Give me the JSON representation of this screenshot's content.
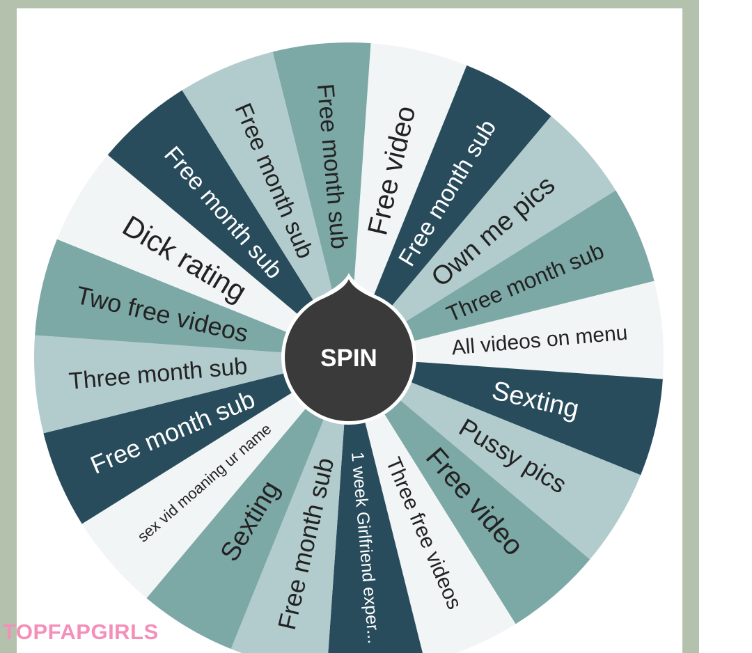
{
  "wheel": {
    "spin_label": "SPIN",
    "segments": [
      {
        "label": "Free video",
        "color": "#f2f5f6",
        "text_color": "#222222",
        "flip": false
      },
      {
        "label": "Free month sub",
        "color": "#284c5c",
        "text_color": "#ffffff",
        "flip": false
      },
      {
        "label": "Own me pics",
        "color": "#b2ccce",
        "text_color": "#222222",
        "flip": false
      },
      {
        "label": "Three month sub",
        "color": "#7ca8a6",
        "text_color": "#222222",
        "flip": false
      },
      {
        "label": "All videos on menu",
        "color": "#f2f5f6",
        "text_color": "#222222",
        "flip": false
      },
      {
        "label": "Sexting",
        "color": "#284c5c",
        "text_color": "#ffffff",
        "flip": false
      },
      {
        "label": "Pussy pics",
        "color": "#b2ccce",
        "text_color": "#222222",
        "flip": false
      },
      {
        "label": "Free video",
        "color": "#7ca8a6",
        "text_color": "#222222",
        "flip": false
      },
      {
        "label": "Three free videos",
        "color": "#f2f5f6",
        "text_color": "#222222",
        "flip": false
      },
      {
        "label": "1 week Girlfriend exper...",
        "color": "#284c5c",
        "text_color": "#ffffff",
        "flip": false
      },
      {
        "label": "Free month sub",
        "color": "#b2ccce",
        "text_color": "#222222",
        "flip": true
      },
      {
        "label": "Sexting",
        "color": "#7ca8a6",
        "text_color": "#222222",
        "flip": true
      },
      {
        "label": "sex vid moaning ur name",
        "color": "#f2f5f6",
        "text_color": "#222222",
        "flip": true
      },
      {
        "label": "Free month sub",
        "color": "#284c5c",
        "text_color": "#ffffff",
        "flip": true
      },
      {
        "label": "Three month sub",
        "color": "#b2ccce",
        "text_color": "#222222",
        "flip": true
      },
      {
        "label": "Two free videos",
        "color": "#7ca8a6",
        "text_color": "#222222",
        "flip": true
      },
      {
        "label": "Dick rating",
        "color": "#f2f5f6",
        "text_color": "#222222",
        "flip": true
      },
      {
        "label": "Free month sub",
        "color": "#284c5c",
        "text_color": "#ffffff",
        "flip": true
      },
      {
        "label": "Free month sub",
        "color": "#b2ccce",
        "text_color": "#222222",
        "flip": true
      },
      {
        "label": "Free month sub",
        "color": "#7ca8a6",
        "text_color": "#222222",
        "flip": true
      }
    ],
    "hub_color": "#3a3a3a",
    "hub_ring_color": "#ffffff",
    "frame_color": "#b4c2ad"
  },
  "watermark": {
    "text": "TOPFAPGIRLS",
    "color": "#f48fb8"
  }
}
